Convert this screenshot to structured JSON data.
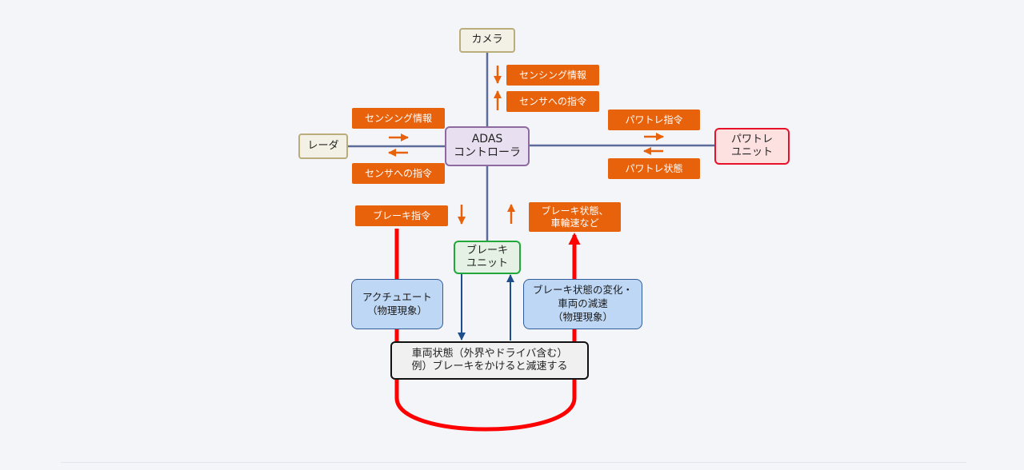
{
  "nodes": {
    "camera": "カメラ",
    "radar": "レーダ",
    "adas": "ADAS\nコントローラ",
    "powertrain": "パワトレ\nユニット",
    "brake": "ブレーキ\nユニット",
    "vehicle": "車両状態（外界やドライバ含む）\n例）ブレーキをかけると減速する"
  },
  "labels": {
    "camera_sensing": "センシング情報",
    "camera_command": "センサへの指令",
    "radar_sensing": "センシング情報",
    "radar_command": "センサへの指令",
    "pt_command": "パワトレ指令",
    "pt_state": "パワトレ状態",
    "brake_command": "ブレーキ指令",
    "brake_state": "ブレーキ状態、\n車輪速など"
  },
  "physical": {
    "actuate": "アクチュエート\n（物理現象）",
    "change": "ブレーキ状態の変化・\n車両の減速\n（物理現象）"
  },
  "colors": {
    "label_bg": "#e8620c",
    "bus_line": "#5b6b9a",
    "red_loop": "#ff0000",
    "blue_arrow": "#1f4e8c",
    "adas_border": "#8e6aa0",
    "adas_bg": "#e8dff0",
    "sensor_border": "#b9ad7c",
    "sensor_bg": "#f3f1e6",
    "pt_border": "#e8112a",
    "pt_bg": "#fde0e0",
    "brake_border": "#22a83a",
    "brake_bg": "#e4f1e4",
    "vehicle_border": "#111111",
    "vehicle_bg": "#f0f0f0"
  }
}
